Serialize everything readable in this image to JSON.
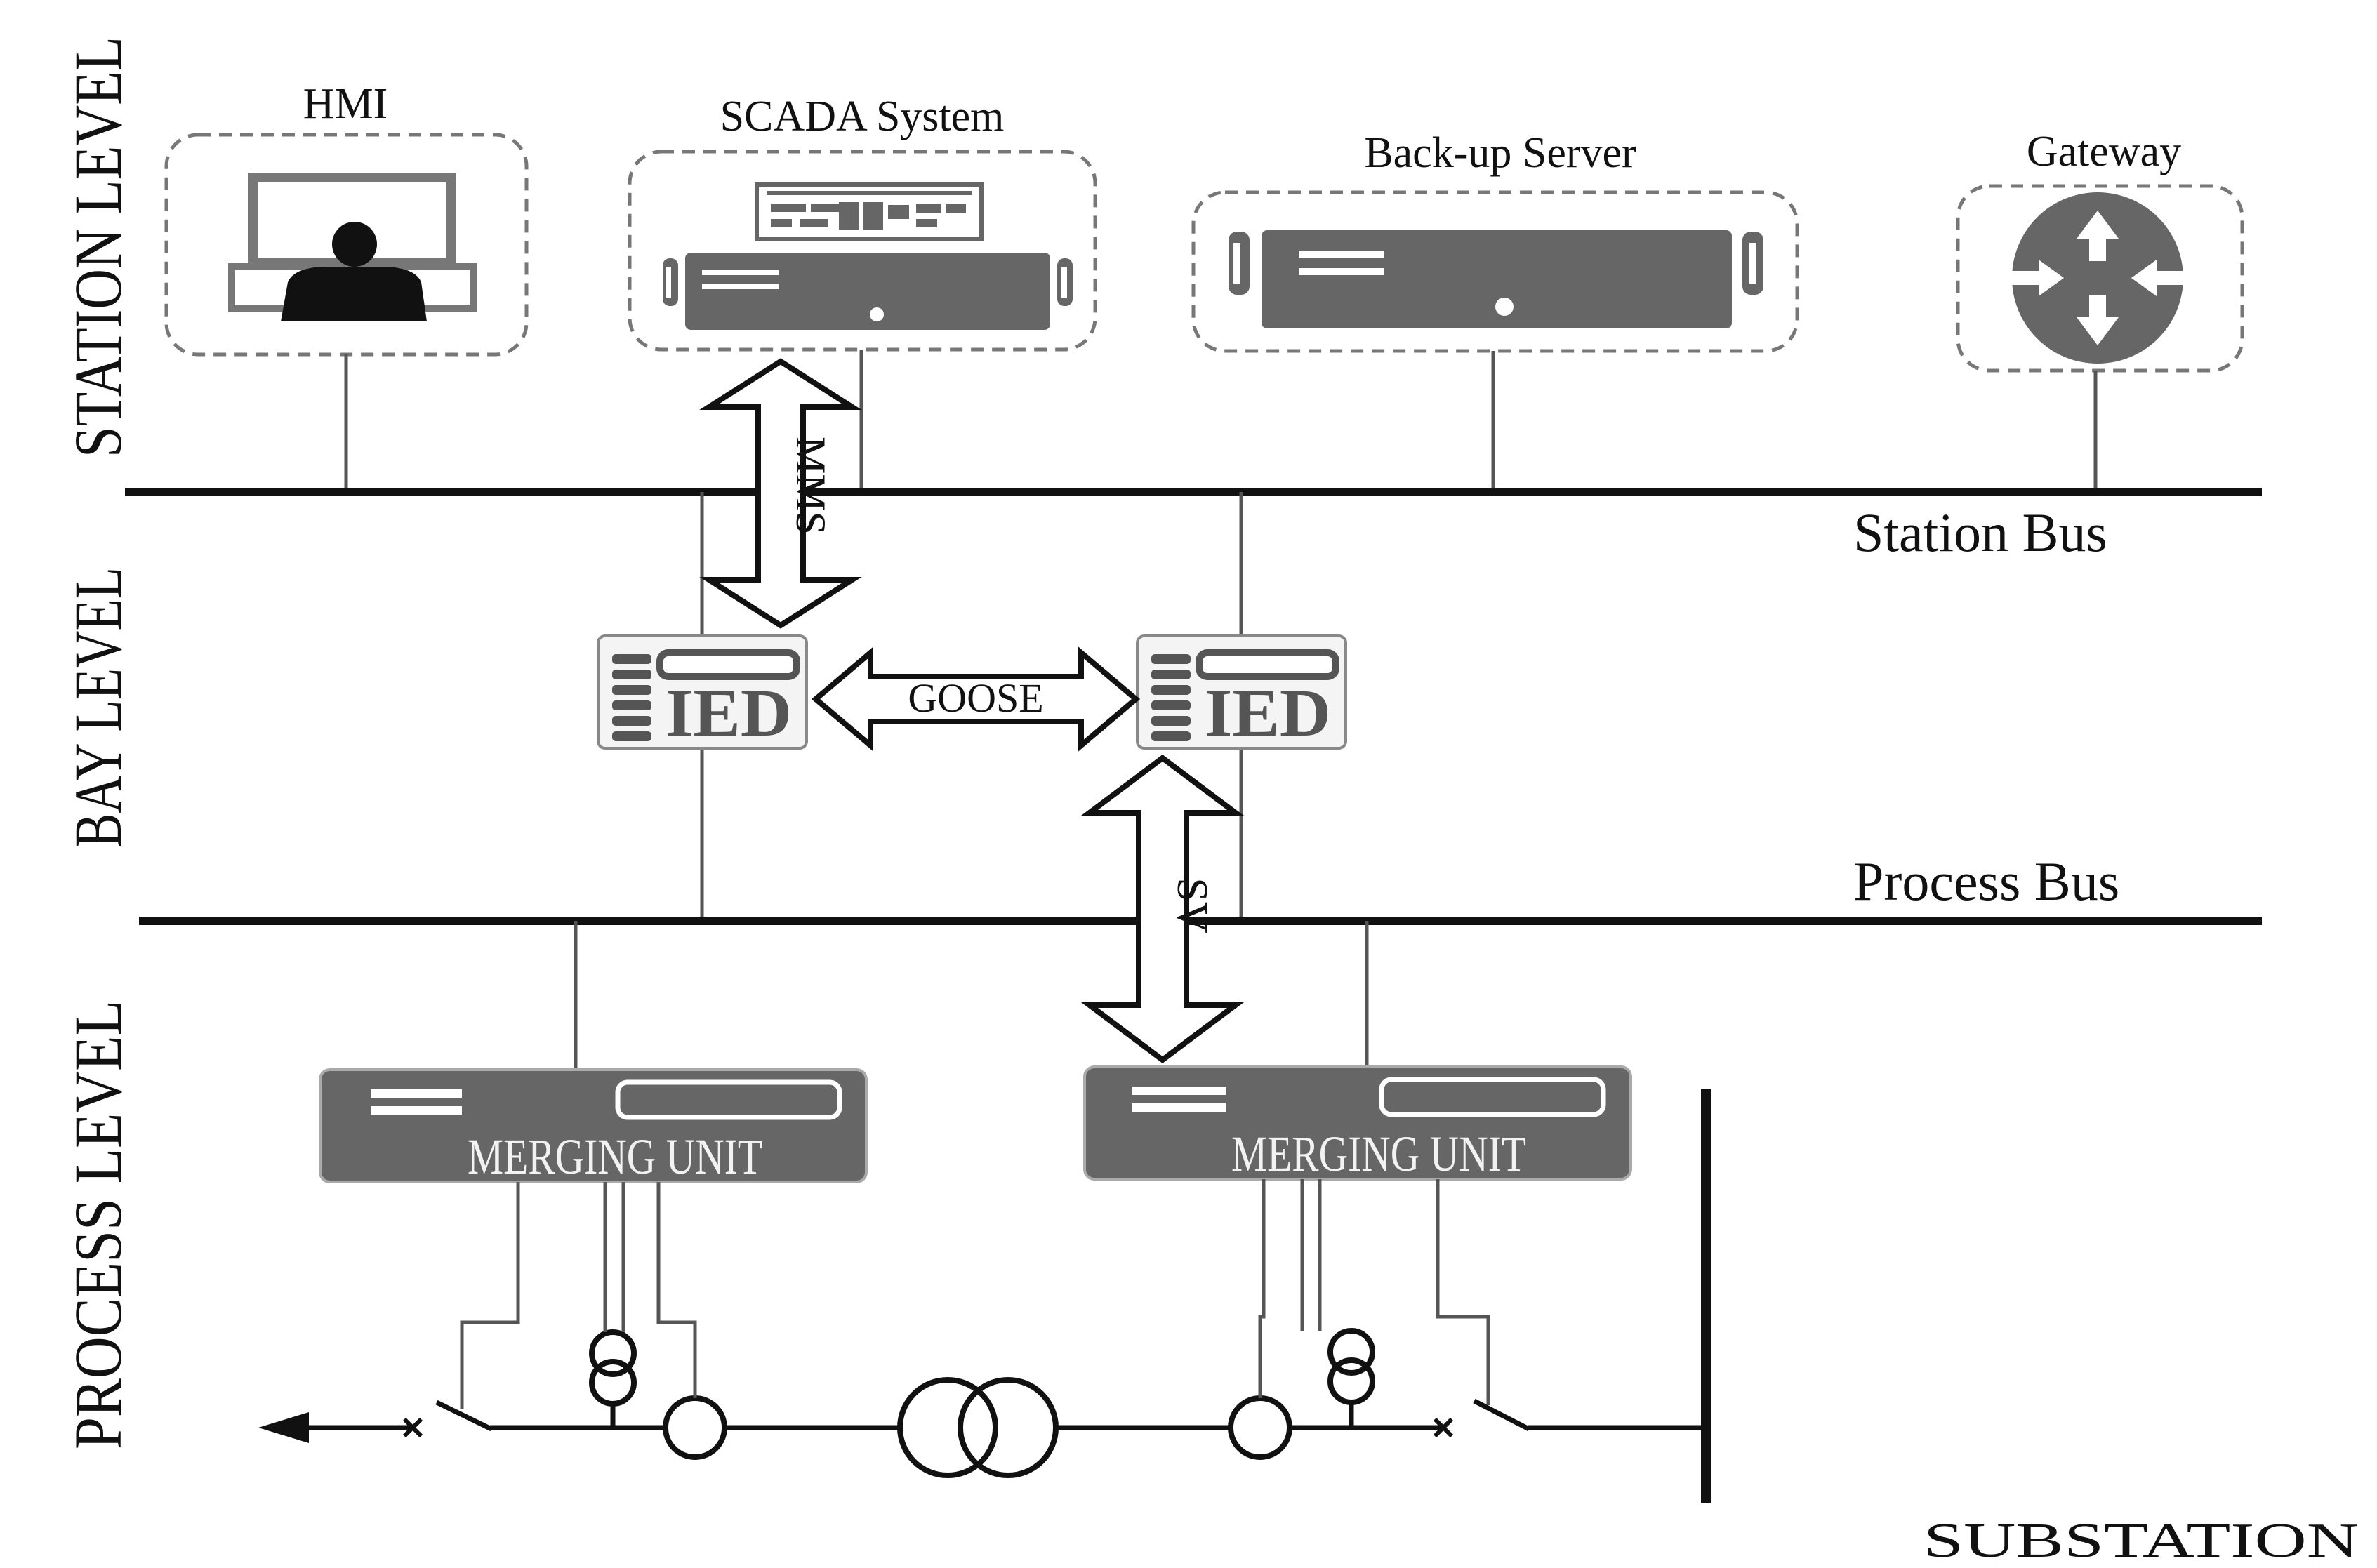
{
  "levels": {
    "station": "STATION LEVEL",
    "bay": "BAY LEVEL",
    "process": "PROCESS LEVEL"
  },
  "devices": {
    "hmi": "HMI",
    "scada": "SCADA System",
    "backup": "Back-up Server",
    "gateway": "Gateway",
    "ied_left": "IED",
    "ied_right": "IED",
    "mu_left": "MERGING UNIT",
    "mu_right": "MERGING UNIT"
  },
  "buses": {
    "station": "Station Bus",
    "process": "Process Bus"
  },
  "protocols": {
    "mms": "MMS",
    "goose": "GOOSE",
    "sv": "SV"
  },
  "footer": "SUBSTATION",
  "colors": {
    "ink": "#111111",
    "device_gray": "#666666",
    "frame_gray": "#777777"
  }
}
